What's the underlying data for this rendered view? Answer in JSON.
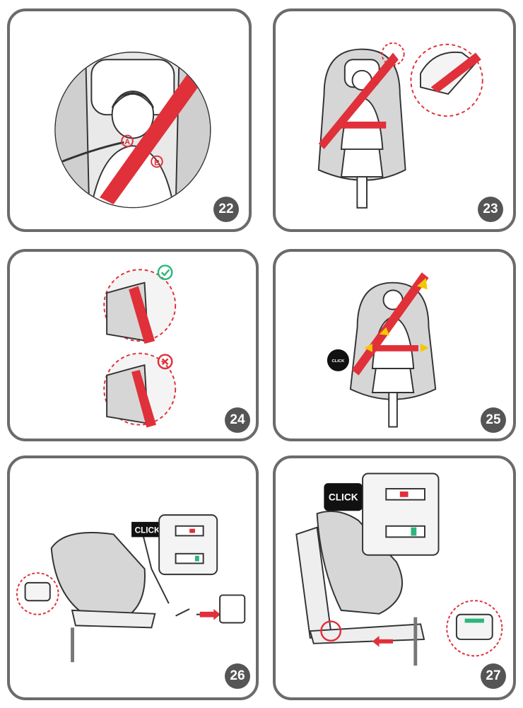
{
  "steps": [
    {
      "number": "22",
      "labels": {
        "a": "A",
        "b": "B"
      }
    },
    {
      "number": "23"
    },
    {
      "number": "24"
    },
    {
      "number": "25",
      "click": "CLICK"
    },
    {
      "number": "26",
      "click": "CLICK"
    },
    {
      "number": "27",
      "click": "CLICK"
    }
  ],
  "colors": {
    "accent": "#e0303a",
    "border": "#6b6b6b",
    "badge": "#555555",
    "arrow": "#f2c800",
    "ok": "#2db67c"
  },
  "icons": [
    "check-icon",
    "cross-icon",
    "arrow-icon",
    "isofix-connector-icon"
  ]
}
